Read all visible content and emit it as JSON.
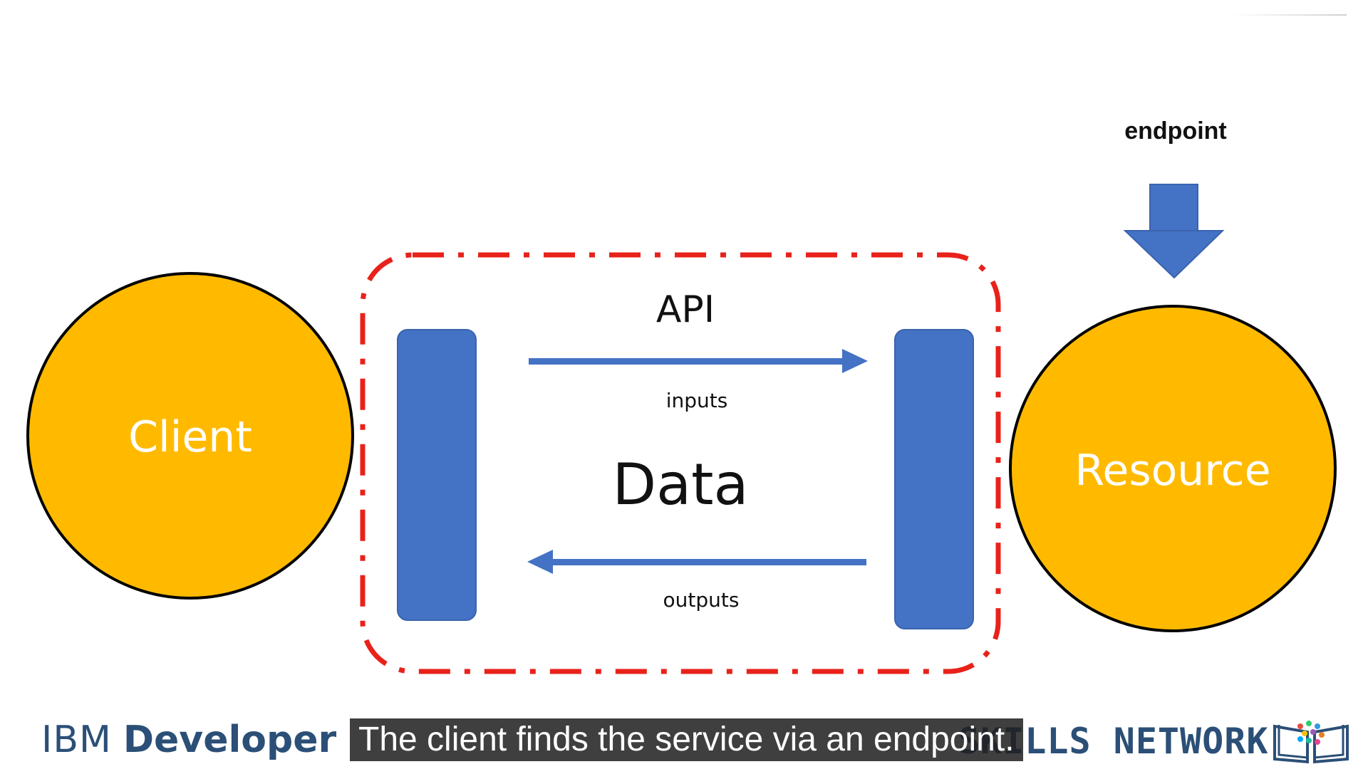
{
  "diagram": {
    "client_label": "Client",
    "resource_label": "Resource",
    "api_label": "API",
    "inputs_label": "inputs",
    "data_label": "Data",
    "outputs_label": "outputs",
    "endpoint_label": "endpoint"
  },
  "branding": {
    "ibm_text": "IBM",
    "developer_text": "Developer",
    "skills_network_text": "SKILLS NETWORK"
  },
  "caption": {
    "text": "The client finds the service via an endpoint."
  },
  "colors": {
    "node_fill": "#FFBA00",
    "connector_blue": "#4472C4",
    "api_boundary": "#E8221B",
    "brand_blue": "#2B4F77"
  }
}
